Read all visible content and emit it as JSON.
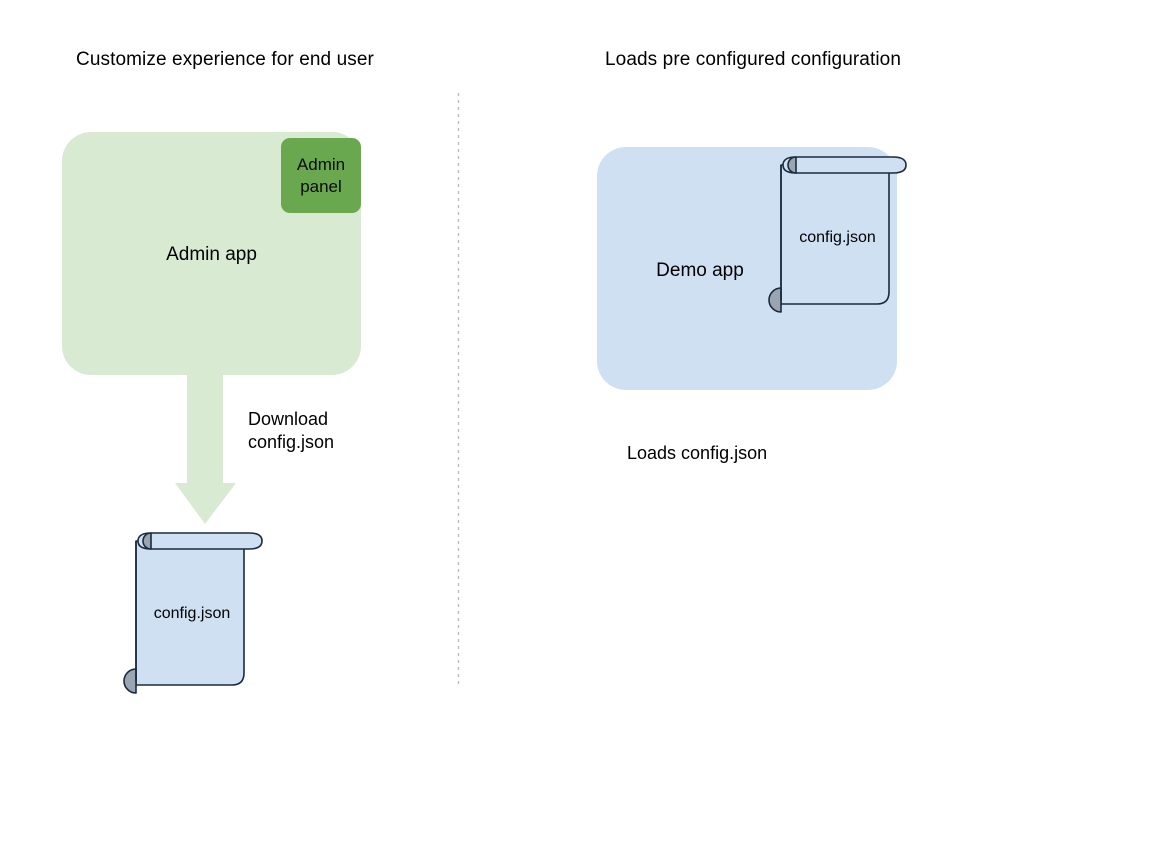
{
  "diagram": {
    "title_left": "Customize experience for end user",
    "title_right": "Loads pre configured configuration",
    "divider": "vertical-dotted-divider",
    "left_flow": {
      "app_box": {
        "label": "Admin app",
        "fill": "#d9ead3"
      },
      "panel": {
        "label": "Admin\npanel",
        "fill": "#6aa84f"
      },
      "arrow": {
        "label": "Download\nconfig.json",
        "color": "#d9ead3",
        "direction": "down"
      },
      "document": {
        "label": "config.json",
        "fill": "#cfe0f3",
        "stroke": "#1b2a3d",
        "roll_fill": "#9aa5b1"
      }
    },
    "right_flow": {
      "app_box": {
        "label": "Demo app",
        "fill": "#cfe0f3"
      },
      "document": {
        "label": "config.json",
        "fill": "#cfe0f3",
        "stroke": "#1b2a3d",
        "roll_fill": "#9aa5b1"
      },
      "caption": "Loads config.json"
    }
  }
}
